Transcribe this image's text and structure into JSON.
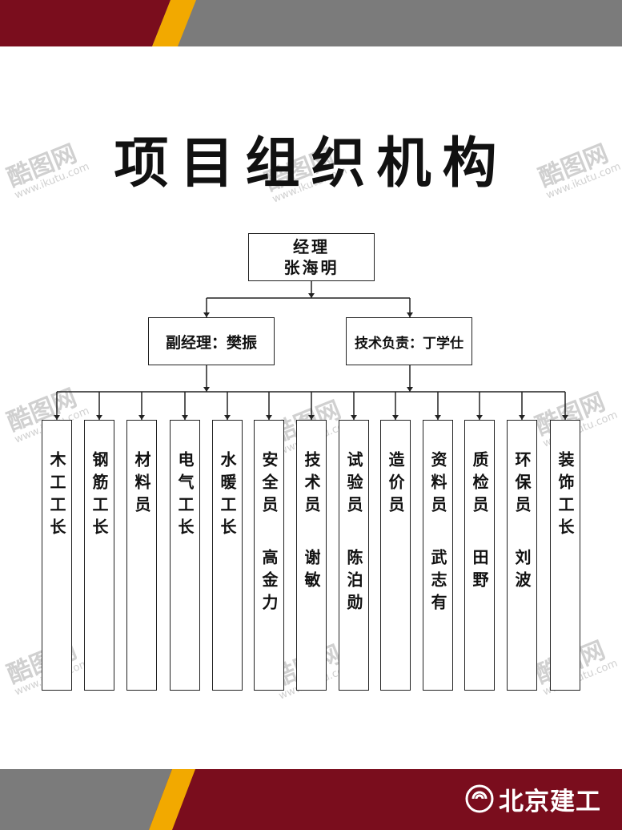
{
  "title": "项目组织机构",
  "manager": {
    "title": "经理",
    "name": "张海明"
  },
  "deputies": [
    {
      "label": "副经理：樊振"
    },
    {
      "label": "技术负责：丁学仕"
    }
  ],
  "roles": [
    {
      "title": "木工工长",
      "name": ""
    },
    {
      "title": "钢筋工长",
      "name": ""
    },
    {
      "title": "材料员",
      "name": ""
    },
    {
      "title": "电气工长",
      "name": ""
    },
    {
      "title": "水暖工长",
      "name": ""
    },
    {
      "title": "安全员",
      "name": "高金力"
    },
    {
      "title": "技术员",
      "name": "谢敏"
    },
    {
      "title": "试验员",
      "name": "陈泊勋"
    },
    {
      "title": "造价员",
      "name": ""
    },
    {
      "title": "资料员",
      "name": "武志有"
    },
    {
      "title": "质检员",
      "name": "田野"
    },
    {
      "title": "环保员",
      "name": "刘波"
    },
    {
      "title": "装饰工长",
      "name": ""
    }
  ],
  "brand": {
    "name": "北京建工",
    "icon": "company-logo-icon"
  },
  "watermark": {
    "text": "酷图网",
    "url": "www.ikutu.com"
  },
  "colors": {
    "maroon": "#7a0d1d",
    "gray": "#7b7b7b",
    "gold": "#f2a900"
  }
}
